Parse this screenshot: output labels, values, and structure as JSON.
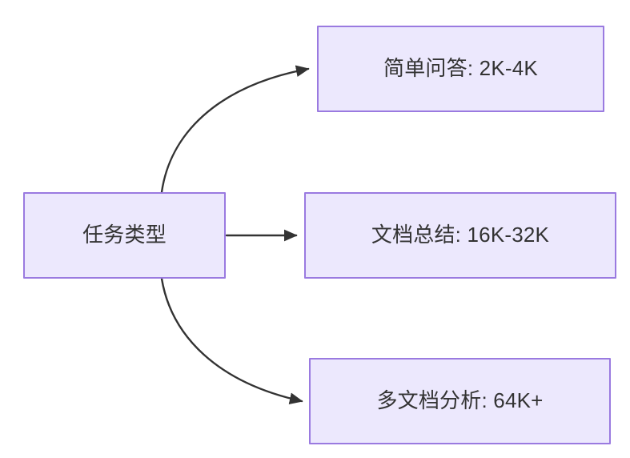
{
  "diagram": {
    "type": "flowchart",
    "direction": "left-to-right",
    "background_color": "#ffffff",
    "node_fill_color": "#ece8fd",
    "node_border_color": "#9a7ae0",
    "node_text_color": "#333333",
    "edge_color": "#333333",
    "source": {
      "id": "node-source",
      "label": "任务类型"
    },
    "targets": [
      {
        "id": "node-target-0",
        "label": "简单问答: 2K-4K"
      },
      {
        "id": "node-target-1",
        "label": "文档总结: 16K-32K"
      },
      {
        "id": "node-target-2",
        "label": "多文档分析: 64K+"
      }
    ],
    "edges": [
      {
        "from": "node-source",
        "to": "node-target-0",
        "style": "curved",
        "arrowhead": "filled-triangle"
      },
      {
        "from": "node-source",
        "to": "node-target-1",
        "style": "straight",
        "arrowhead": "filled-triangle"
      },
      {
        "from": "node-source",
        "to": "node-target-2",
        "style": "curved",
        "arrowhead": "filled-triangle"
      }
    ]
  }
}
